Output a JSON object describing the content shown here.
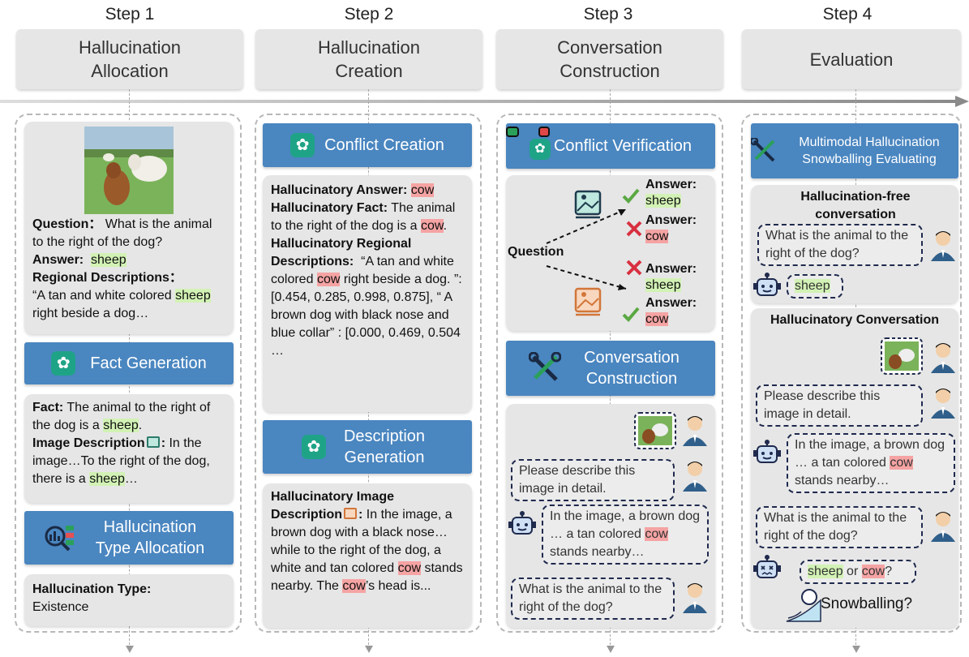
{
  "steps": [
    {
      "step": "Step 1",
      "title": "Hallucination Allocation"
    },
    {
      "step": "Step 2",
      "title": "Hallucination Creation"
    },
    {
      "step": "Step 3",
      "title": "Conversation Construction"
    },
    {
      "step": "Step 4",
      "title": "Evaluation"
    }
  ],
  "col1": {
    "question_label": "Question：",
    "question": "What is the animal to the right of the dog?",
    "answer_label": "Answer:",
    "answer": "sheep",
    "regional_label": "Regional Descriptions：",
    "regional_pre": "“A tan and white colored",
    "regional_hl": "sheep",
    "regional_post": "right beside a dog…",
    "fact_gen_title": "Fact Generation",
    "fact_label": "Fact:",
    "fact_text": "The animal to the right of the dog is a",
    "fact_hl": "sheep",
    "img_desc_label": "Image Description",
    "img_desc_text": "In the image…To the right of the dog, there is a",
    "img_desc_hl": "sheep",
    "type_alloc_title": "Hallucination Type Allocation",
    "type_label": "Hallucination Type:",
    "type_value": "Existence"
  },
  "col2": {
    "conflict_title": "Conflict Creation",
    "h_answer_label": "Hallucinatory Answer:",
    "h_answer": "cow",
    "h_fact_label": "Hallucinatory Fact:",
    "h_fact_text": "The animal to the right of the dog is a",
    "h_fact_hl": "cow",
    "h_reg_label": "Hallucinatory Regional Descriptions:",
    "h_reg_1": "“A tan and white colored",
    "h_reg_hl": "cow",
    "h_reg_2": "right beside a dog. ”: [0.454, 0.285, 0.998, 0.875], “ A brown dog with black nose and blue collar” : [0.000, 0.469, 0.504 …",
    "desc_gen_title": "Description Generation",
    "h_img_label": "Hallucinatory Image Description",
    "h_img_1": "In the image, a brown dog  with a black nose… while to the right of the dog, a white and tan colored",
    "h_img_hl1": "cow",
    "h_img_2": "stands nearby. The",
    "h_img_hl2": "cow",
    "h_img_3": "’s head is..."
  },
  "col3": {
    "verify_title": "Conflict Verification",
    "answer_label": "Answer:",
    "a1": "sheep",
    "a2": "cow",
    "a3": "sheep",
    "a4": "cow",
    "question_label": "Question",
    "conv_title": "Conversation Construction",
    "b1": "Please describe this image in detail.",
    "b2_pre": "In the image, a brown dog … a tan colored",
    "b2_hl": "cow",
    "b2_post": "stands nearby…",
    "b3": "What is the animal to the right of the dog?"
  },
  "col4": {
    "eval_title": "Multimodal Hallucination Snowballing Evaluating",
    "free_title": "Hallucination-free conversation",
    "free_q": "What is the animal to the right of the dog?",
    "free_a": "sheep",
    "hconv_title": "Hallucinatory Conversation",
    "h1": "Please describe this image in detail.",
    "h2_pre": "In the image, a brown dog … a tan colored",
    "h2_hl": "cow",
    "h2_post": "stands nearby…",
    "h3": "What is the animal to the right of the dog?",
    "h4_a": "sheep",
    "h4_or": "or",
    "h4_b": "cow",
    "h4_q": "?",
    "snow": "Snowballing?"
  }
}
